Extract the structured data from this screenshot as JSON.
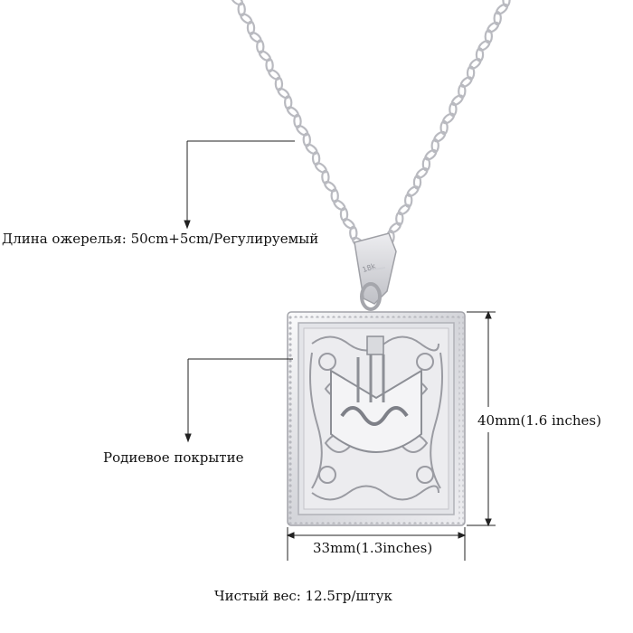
{
  "product": {
    "necklace_length": "Длина ожерелья: 50cm+5cm/Регулируемый",
    "coating": "Родиевое покрытие",
    "pendant_height": "40mm(1.6 inches)",
    "pendant_width": "33mm(1.3inches)",
    "net_weight": "Чистый вес: 12.5гр/штук",
    "stamp": "18k"
  },
  "colors": {
    "background": "#ffffff",
    "metal_light": "#f2f2f4",
    "metal_mid": "#c9cacf",
    "metal_dark": "#8d8f96",
    "annotation_line": "#222222"
  },
  "icons": {
    "pendant": "rectangular-pendant-illustration",
    "chain": "chain-illustration"
  }
}
